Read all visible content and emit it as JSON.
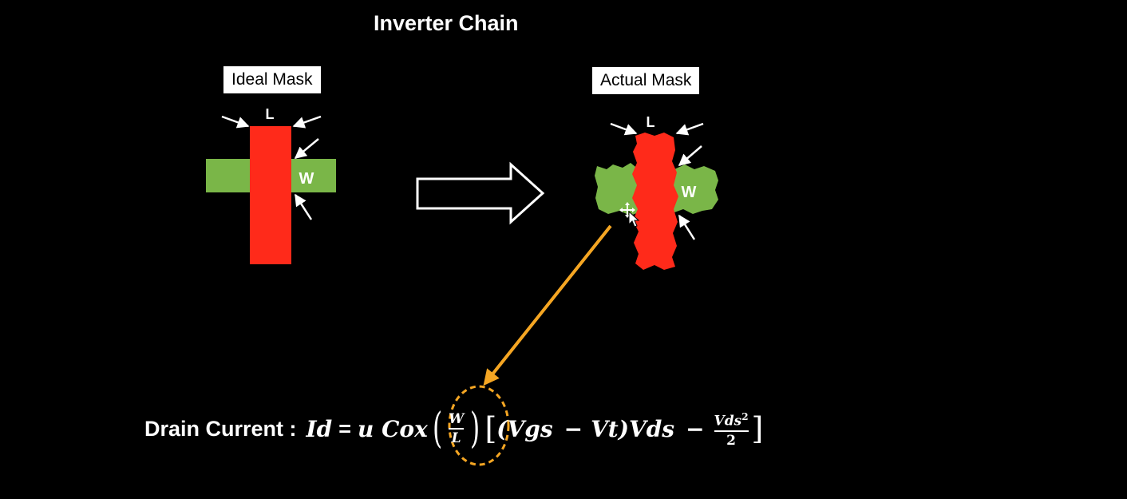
{
  "title": "Inverter Chain",
  "ideal": {
    "label": "Ideal Mask",
    "length_label": "L",
    "width_label": "W"
  },
  "actual": {
    "label": "Actual Mask",
    "length_label": "L",
    "width_label": "W"
  },
  "formula": {
    "prefix": "Drain Current :",
    "lhs": "Id",
    "equals": "=",
    "coeff": "u Cox",
    "ratio_num": "W",
    "ratio_den": "L",
    "bracket_open": "[",
    "term1": "(Vgs",
    "minus1": "−",
    "term2": "Vt)Vds",
    "minus2": "−",
    "frac2_num": "Vds",
    "frac2_exp": "2",
    "frac2_den": "2",
    "bracket_close": "]"
  },
  "colors": {
    "background": "#000000",
    "gate": "#ff2a1a",
    "active": "#7ab648",
    "arrow": "#f5a623",
    "highlight": "#f5a623"
  }
}
